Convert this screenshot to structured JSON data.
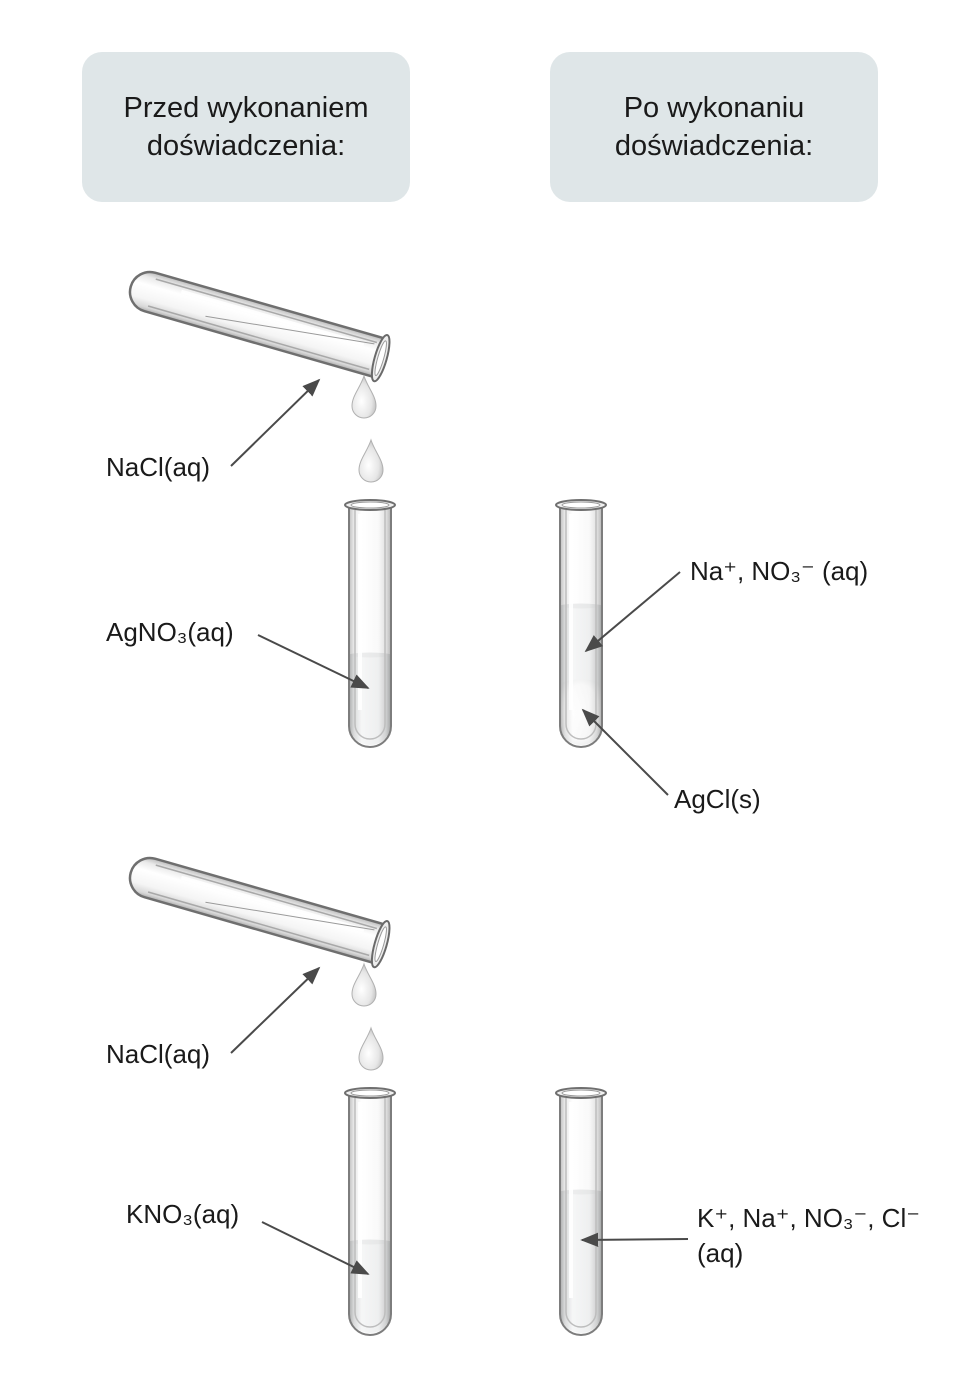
{
  "headers": {
    "before": {
      "line1": "Przed wykonaniem",
      "line2": "doświadczenia:"
    },
    "after": {
      "line1": "Po wykonaniu",
      "line2": "doświadczenia:"
    }
  },
  "labels": {
    "nacl_1": "NaCl(aq)",
    "agno3": "AgNO₃(aq)",
    "na_no3": "Na⁺, NO₃⁻ (aq)",
    "agcl": "AgCl(s)",
    "nacl_2": "NaCl(aq)",
    "kno3": "KNO₃(aq)",
    "k_na_no3_cl_line1": "K⁺, Na⁺, NO₃⁻, Cl⁻",
    "k_na_no3_cl_line2": "(aq)"
  },
  "colors": {
    "header_bg": "#dfe6e8",
    "arrow": "#4a4a4a",
    "liquid": "#e4e6e7",
    "precipitate": "#ffffff"
  }
}
